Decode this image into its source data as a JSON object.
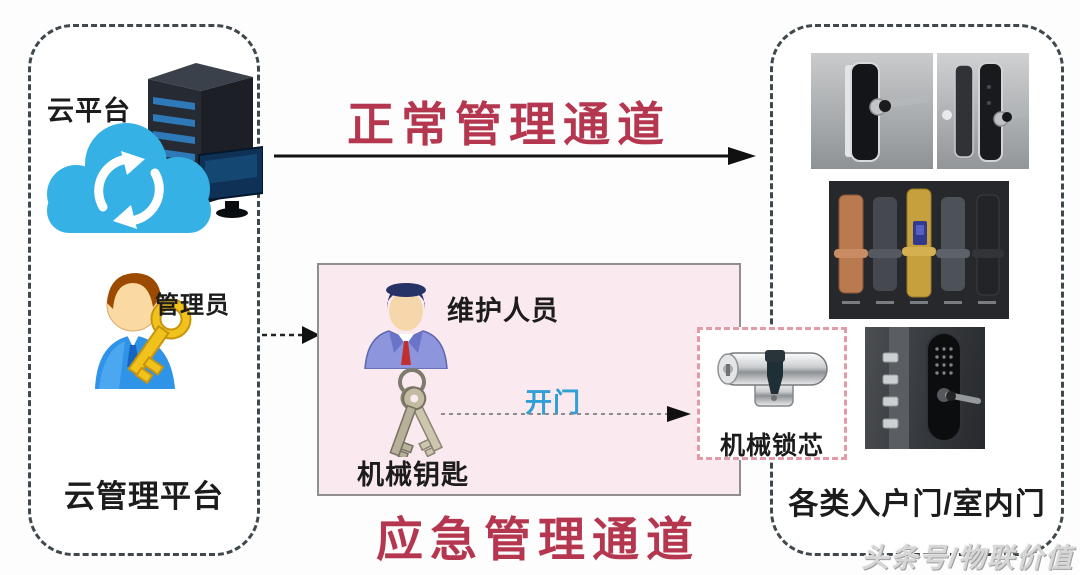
{
  "cloud_panel": {
    "platform_label": "云平台",
    "admin_label": "管理员",
    "title": "云管理平台"
  },
  "channels": {
    "normal_title": "正常管理通道",
    "emergency_title": "应急管理通道",
    "open_door_label": "开门"
  },
  "emergency_box": {
    "maintainer_label": "维护人员",
    "mechanical_key_label": "机械钥匙"
  },
  "cylinder_box": {
    "label": "机械锁芯"
  },
  "doors_panel": {
    "title": "各类入户门/室内门"
  },
  "watermark": "头条号/物联价值",
  "icons": {
    "cloud-sync-icon": "blue cloud with white circular sync arrows",
    "server-icon": "dark server tower with monitor",
    "admin-user-icon": "person with orange hair holding golden key",
    "maintainer-icon": "person in purple suit with red tie",
    "keys-icon": "two mechanical keys on a ring",
    "lock-cylinder-icon": "chrome euro profile lock cylinder",
    "door-lock-photo": "smart door lock product photos"
  },
  "colors": {
    "title_red": "#b5374f",
    "open_blue": "#2f9fd6",
    "pink_box_bg": "#fbe9f0",
    "cloud_blue": "#35b1e6",
    "panel_border": "#3f484c",
    "cylinder_box_border": "#e59aa7",
    "arrow_black": "#111111"
  }
}
